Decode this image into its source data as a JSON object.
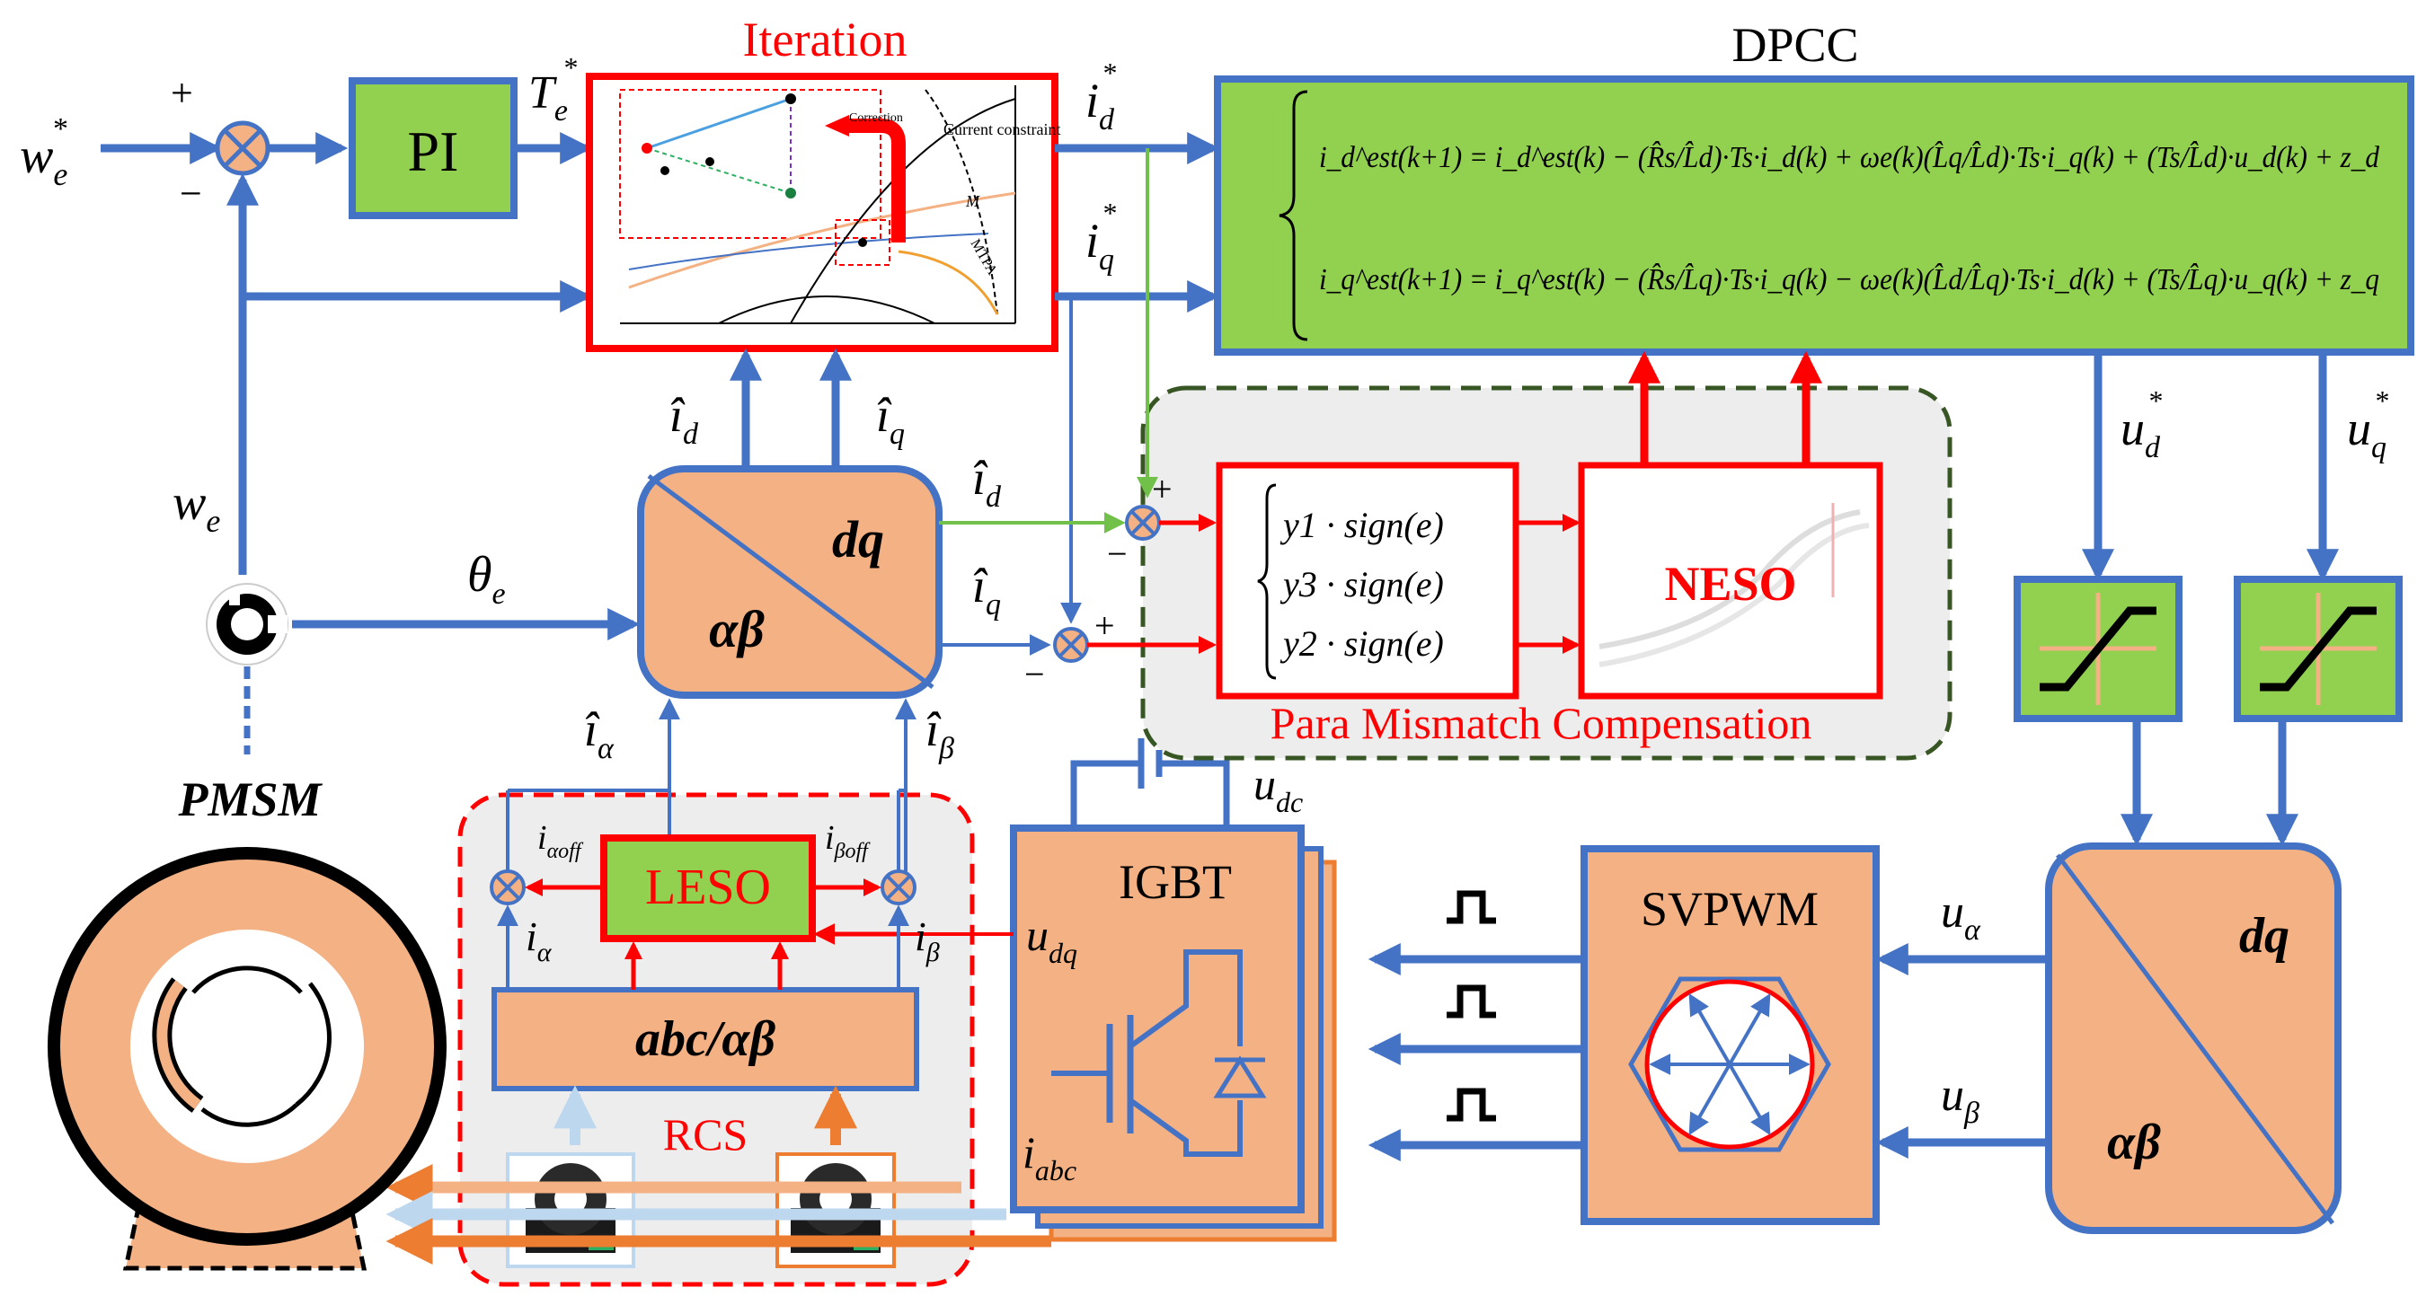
{
  "colors": {
    "blue": "#4472C4",
    "green_fill": "#92D050",
    "orange_fill": "#F4B183",
    "red": "#FF0000",
    "dark_green_dash": "#375623",
    "gray_fill": "#EDEDED",
    "light_green_line": "#70C04A",
    "orange_line": "#ED7D31",
    "light_blue_line": "#BDD7EE"
  },
  "blocks": {
    "pi": "PI",
    "iteration": "Iteration",
    "dpcc": "DPCC",
    "neso": "NESO",
    "leso": "LESO",
    "abc_ab": "abc/αβ",
    "rcs": "RCS",
    "igbt": "IGBT",
    "svpwm": "SVPWM",
    "pmsm": "PMSM",
    "para_comp": "Para Mismatch Compensation",
    "dq": "dq",
    "ab": "αβ"
  },
  "signals": {
    "we_ref": "w",
    "we_ref_sub": "e",
    "we": "w",
    "we_sub": "e",
    "te_ref": "T",
    "te_sub": "e",
    "star": "*",
    "plus": "+",
    "minus": "−",
    "theta": "θ",
    "theta_sub": "e",
    "i": "i",
    "i_hat": "î",
    "sub_d": "d",
    "sub_q": "q",
    "sub_alpha": "α",
    "sub_beta": "β",
    "sub_alpha_off": "αoff",
    "sub_beta_off": "βoff",
    "u": "u",
    "sub_dc": "dc",
    "sub_dq": "dq",
    "sub_abc": "abc"
  },
  "equations": {
    "line1": "i_d^est(k+1) = i_d^est(k) − (R̂s/L̂d)·Ts·i_d(k) + ωe(k)(L̂q/L̂d)·Ts·i_q(k) + (Ts/L̂d)·u_d(k) + z_d",
    "line2": "i_q^est(k+1) = i_q^est(k) − (R̂s/L̂q)·Ts·i_q(k) − ωe(k)(L̂d/L̂q)·Ts·i_d(k) + (Ts/L̂q)·u_q(k) + z_q"
  },
  "sign_terms": [
    "y1 · sign(e)",
    "y3 · sign(e)",
    "y2 · sign(e)"
  ],
  "iteration_plot": {
    "labels": [
      "Current constraint",
      "MTPA",
      "Correction",
      "M"
    ]
  }
}
